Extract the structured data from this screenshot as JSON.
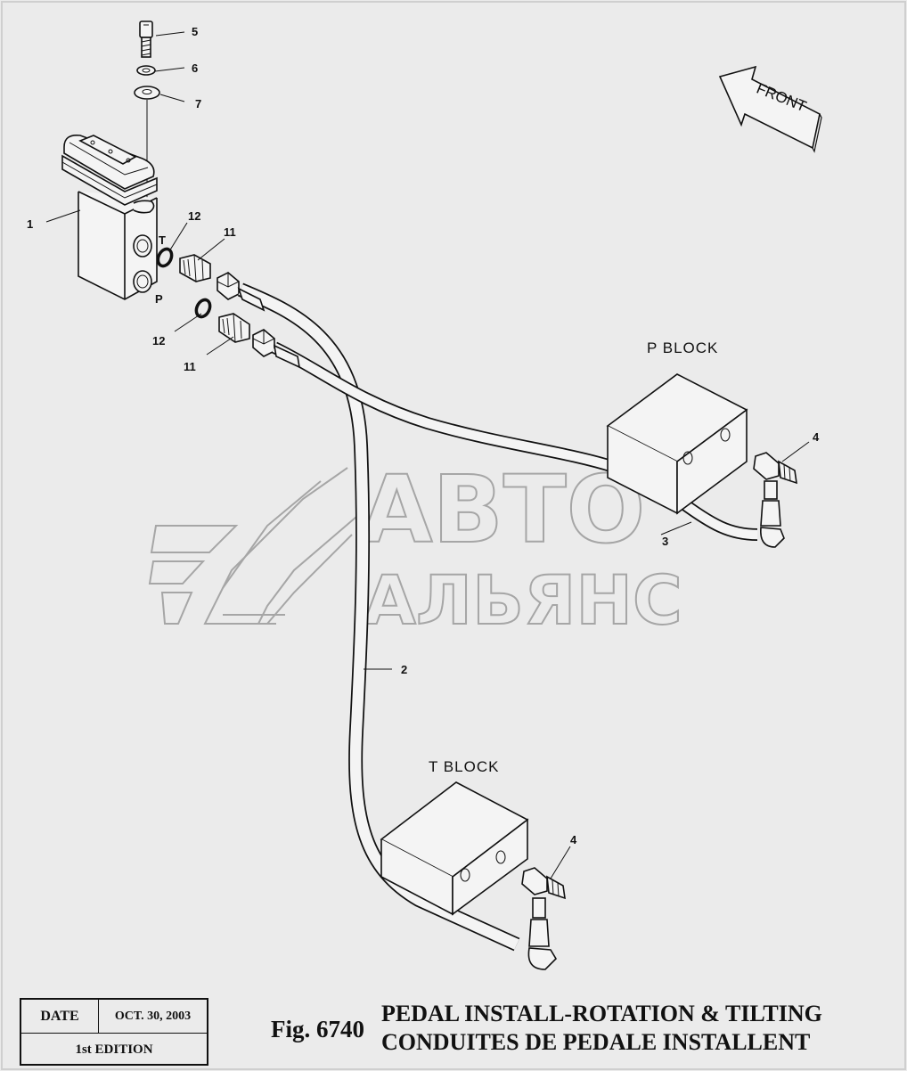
{
  "direction_label": "FRONT",
  "blocks": {
    "p_block": "P BLOCK",
    "t_block": "T BLOCK"
  },
  "port_labels": {
    "t": "T",
    "p": "P"
  },
  "callouts": {
    "n1": "1",
    "n2": "2",
    "n3": "3",
    "n4a": "4",
    "n4b": "4",
    "n5": "5",
    "n6": "6",
    "n7": "7",
    "n11a": "11",
    "n11b": "11",
    "n12a": "12",
    "n12b": "12"
  },
  "watermark": {
    "line1": "АВТО",
    "line2": "АЛЬЯНС"
  },
  "footer": {
    "date_label": "DATE",
    "date_value": "OCT. 30, 2003",
    "edition": "1st EDITION",
    "fig_number": "Fig. 6740",
    "title_en": "PEDAL INSTALL-ROTATION & TILTING",
    "title_fr": "CONDUITES DE PEDALE INSTALLENT"
  }
}
